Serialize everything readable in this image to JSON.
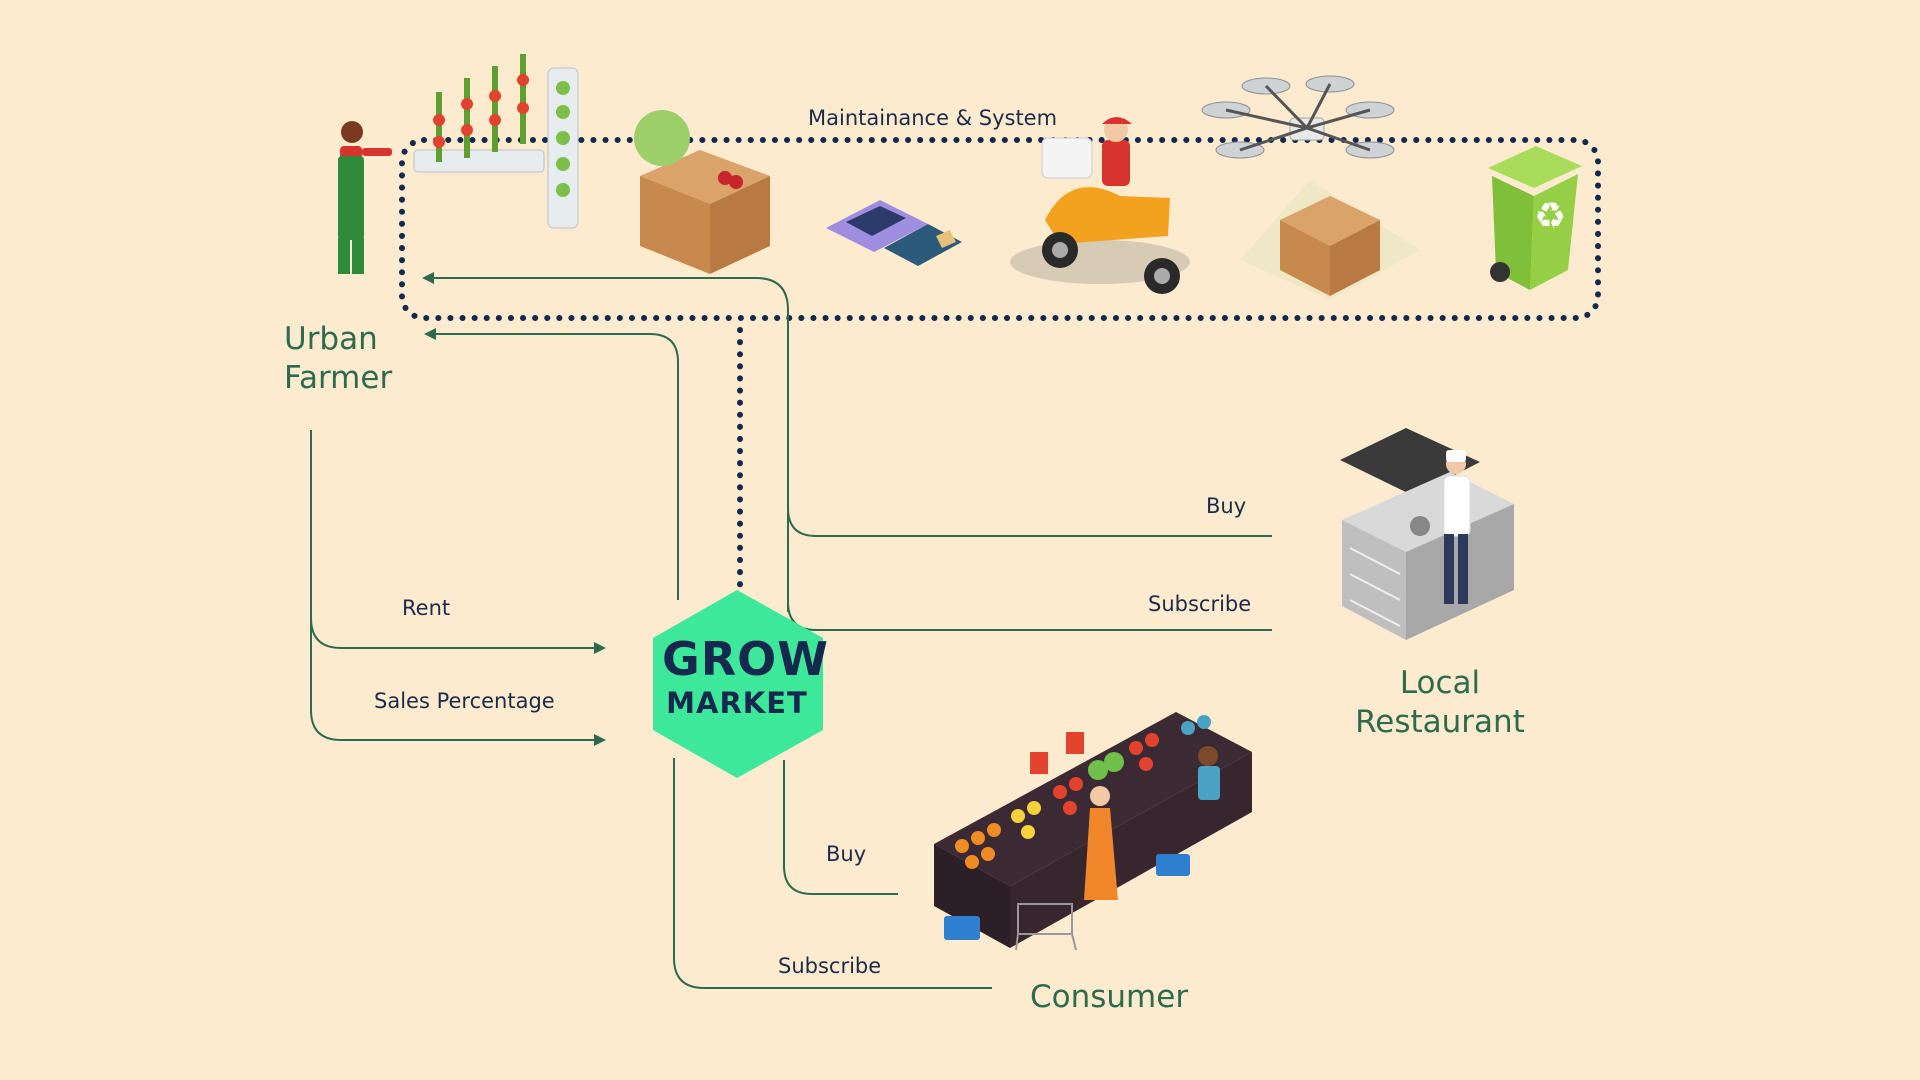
{
  "loop": {
    "label": "Maintainance & System"
  },
  "hub": {
    "line1": "GROW",
    "line2": "MARKET"
  },
  "actors": {
    "farmer": {
      "line1": "Urban",
      "line2": "Farmer"
    },
    "restaurant": {
      "line1": "Local",
      "line2": "Restaurant"
    },
    "consumer": {
      "line1": "Consumer"
    }
  },
  "flows": {
    "rent": "Rent",
    "sales_percentage": "Sales Percentage",
    "restaurant_buy": "Buy",
    "restaurant_subscribe": "Subscribe",
    "consumer_buy": "Buy",
    "consumer_subscribe": "Subscribe"
  },
  "icons": [
    "vertical-farm-icon",
    "produce-box-icon",
    "payment-terminal-icon",
    "delivery-scooter-icon",
    "delivery-drone-icon",
    "recycle-bin-icon",
    "restaurant-kitchen-icon",
    "market-stall-icon"
  ],
  "colors": {
    "background": "#fdebd0",
    "line": "#2e6a4e",
    "dotted": "#15294f",
    "hub": "#3ee89a",
    "label_text": "#1c2b4a"
  }
}
